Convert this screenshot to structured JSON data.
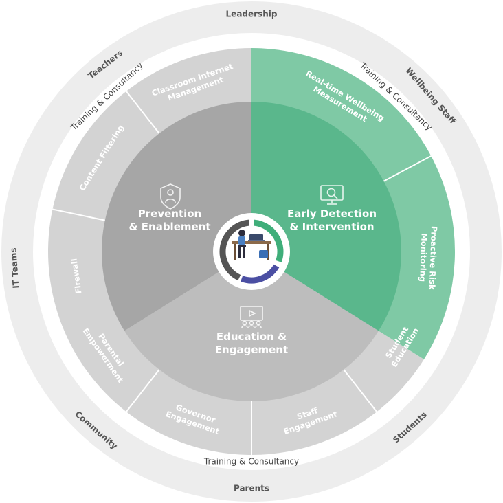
{
  "center": {
    "icon": "person-at-desk-with-laptop-icon"
  },
  "sectors": {
    "prevention": {
      "title_lines": [
        "Prevention",
        "& Enablement"
      ],
      "icon": "shield-person-icon",
      "color": "#a6a6a6"
    },
    "detection": {
      "title_lines": [
        "Early Detection",
        "& Intervention"
      ],
      "icon": "magnifier-monitor-icon",
      "color": "#5ab78c"
    },
    "education": {
      "title_lines": [
        "Education &",
        "Engagement"
      ],
      "icon": "presentation-audience-icon",
      "color": "#bdbdbd"
    }
  },
  "segments": {
    "classroom": [
      "Classroom Internet",
      "Management"
    ],
    "content_filtering": [
      "Content Filtering"
    ],
    "firewall": [
      "Firewall"
    ],
    "realtime": [
      "Real-time Wellbeing",
      "Measurement"
    ],
    "proactive": [
      "Proactive Risk",
      "Monitoring"
    ],
    "parental": [
      "Parental",
      "Empowerment"
    ],
    "governor": [
      "Governor",
      "Engagement"
    ],
    "staff": [
      "Staff",
      "Engagement"
    ],
    "student": [
      "Student",
      "Education"
    ]
  },
  "training": {
    "label": "Training & Consultancy"
  },
  "stakeholders": {
    "leadership": "Leadership",
    "wellbeing_staff": "Wellbeing Staff",
    "students": "Students",
    "parents": "Parents",
    "community": "Community",
    "it_teams": "IT Teams",
    "teachers": "Teachers"
  },
  "colors": {
    "green": "#5ab78c",
    "green_light": "#7fc9a5",
    "gray_dark": "#a6a6a6",
    "gray_seg": "#c4c4c4",
    "gray_light": "#d3d3d3",
    "outer_ring": "#ededed",
    "arrow_gray": "#555555",
    "arrow_green": "#3fae7a",
    "arrow_purple": "#4b4fa3"
  }
}
